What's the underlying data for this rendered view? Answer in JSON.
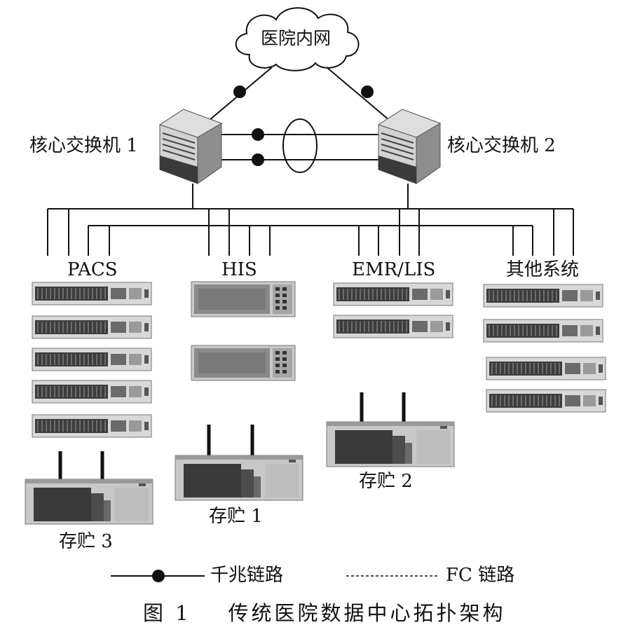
{
  "network": {
    "cloud_label": "医院内网",
    "switch1_label": "核心交换机 1",
    "switch2_label": "核心交换机 2"
  },
  "groups": [
    {
      "id": "pacs",
      "label": "PACS",
      "servers": 5,
      "storage_label": "存贮 3"
    },
    {
      "id": "his",
      "label": "HIS",
      "servers": 2,
      "storage_label": "存贮 1"
    },
    {
      "id": "emr",
      "label": "EMR/LIS",
      "servers": 2,
      "storage_label": "存贮 2"
    },
    {
      "id": "other",
      "label": "其他系统",
      "servers": 4,
      "storage_label": ""
    }
  ],
  "legend": {
    "gigabit_label": "千兆链路",
    "fc_label": "FC 链路"
  },
  "caption": "图 1    传统医院数据中心拓扑架构",
  "colors": {
    "line": "#111111",
    "device_dark": "#3a3a3a",
    "device_light": "#d6d6d6"
  }
}
